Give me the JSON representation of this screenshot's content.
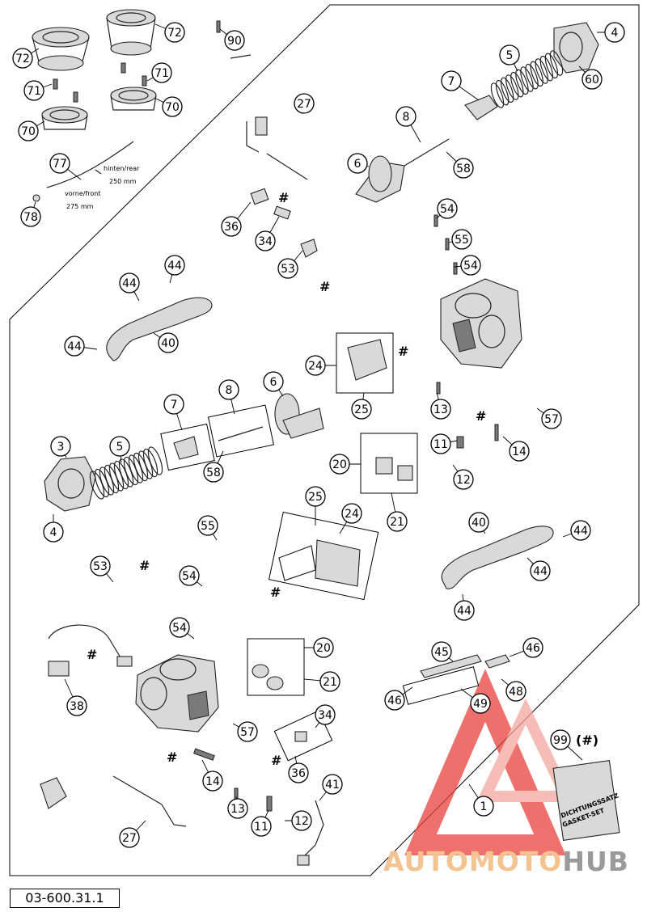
{
  "reference_number": "03-600.31.1",
  "watermark": {
    "part1": "AUTOMOTO",
    "part2": "HUB",
    "accent_color": "#e8413c",
    "accent_light": "#f3c392",
    "gray": "#9a9a9a"
  },
  "hose_labels": {
    "rear": "hinten/rear",
    "rear_length": "250 mm",
    "front": "vorne/front",
    "front_length": "275 mm"
  },
  "gasket_set": {
    "label_line1": "DICHTUNGSSATZ",
    "label_line2": "GASKET-SET"
  },
  "hash_symbol": "#",
  "callouts": [
    {
      "id": "c72a",
      "label": "72"
    },
    {
      "id": "c72b",
      "label": "72"
    },
    {
      "id": "c90",
      "label": "90"
    },
    {
      "id": "c4a",
      "label": "4"
    },
    {
      "id": "c71a",
      "label": "71"
    },
    {
      "id": "c71b",
      "label": "71"
    },
    {
      "id": "c70a",
      "label": "70"
    },
    {
      "id": "c70b",
      "label": "70"
    },
    {
      "id": "c5a",
      "label": "5"
    },
    {
      "id": "c60",
      "label": "60"
    },
    {
      "id": "c7a",
      "label": "7"
    },
    {
      "id": "c27a",
      "label": "27"
    },
    {
      "id": "c8a",
      "label": "8"
    },
    {
      "id": "c6a",
      "label": "6"
    },
    {
      "id": "c58a",
      "label": "58"
    },
    {
      "id": "c77",
      "label": "77"
    },
    {
      "id": "c78",
      "label": "78"
    },
    {
      "id": "c36a",
      "label": "36"
    },
    {
      "id": "c34a",
      "label": "34"
    },
    {
      "id": "c54a",
      "label": "54"
    },
    {
      "id": "c55a",
      "label": "55"
    },
    {
      "id": "c54b",
      "label": "54"
    },
    {
      "id": "c53a",
      "label": "53"
    },
    {
      "id": "c44a",
      "label": "44"
    },
    {
      "id": "c44b",
      "label": "44"
    },
    {
      "id": "c40a",
      "label": "40"
    },
    {
      "id": "c44c",
      "label": "44"
    },
    {
      "id": "c24a",
      "label": "24"
    },
    {
      "id": "c25a",
      "label": "25"
    },
    {
      "id": "c13a",
      "label": "13"
    },
    {
      "id": "c57a",
      "label": "57"
    },
    {
      "id": "c7b",
      "label": "7"
    },
    {
      "id": "c8b",
      "label": "8"
    },
    {
      "id": "c6b",
      "label": "6"
    },
    {
      "id": "c3",
      "label": "3"
    },
    {
      "id": "c5b",
      "label": "5"
    },
    {
      "id": "c58b",
      "label": "58"
    },
    {
      "id": "c4b",
      "label": "4"
    },
    {
      "id": "c11a",
      "label": "11"
    },
    {
      "id": "c14a",
      "label": "14"
    },
    {
      "id": "c20a",
      "label": "20"
    },
    {
      "id": "c12a",
      "label": "12"
    },
    {
      "id": "c21a",
      "label": "21"
    },
    {
      "id": "c25b",
      "label": "25"
    },
    {
      "id": "c24b",
      "label": "24"
    },
    {
      "id": "c55b",
      "label": "55"
    },
    {
      "id": "c53b",
      "label": "53"
    },
    {
      "id": "c54c",
      "label": "54"
    },
    {
      "id": "c54d",
      "label": "54"
    },
    {
      "id": "c40b",
      "label": "40"
    },
    {
      "id": "c44d",
      "label": "44"
    },
    {
      "id": "c44e",
      "label": "44"
    },
    {
      "id": "c44f",
      "label": "44"
    },
    {
      "id": "c20b",
      "label": "20"
    },
    {
      "id": "c21b",
      "label": "21"
    },
    {
      "id": "c45",
      "label": "45"
    },
    {
      "id": "c46a",
      "label": "46"
    },
    {
      "id": "c48",
      "label": "48"
    },
    {
      "id": "c46b",
      "label": "46"
    },
    {
      "id": "c49",
      "label": "49"
    },
    {
      "id": "c38",
      "label": "38"
    },
    {
      "id": "c57b",
      "label": "57"
    },
    {
      "id": "c34b",
      "label": "34"
    },
    {
      "id": "c36b",
      "label": "36"
    },
    {
      "id": "c99",
      "label": "99"
    },
    {
      "id": "c14b",
      "label": "14"
    },
    {
      "id": "c41",
      "label": "41"
    },
    {
      "id": "c1",
      "label": "1"
    },
    {
      "id": "c13b",
      "label": "13"
    },
    {
      "id": "c11b",
      "label": "11"
    },
    {
      "id": "c12b",
      "label": "12"
    },
    {
      "id": "c27b",
      "label": "27"
    }
  ],
  "hash_99_label": "(#)"
}
